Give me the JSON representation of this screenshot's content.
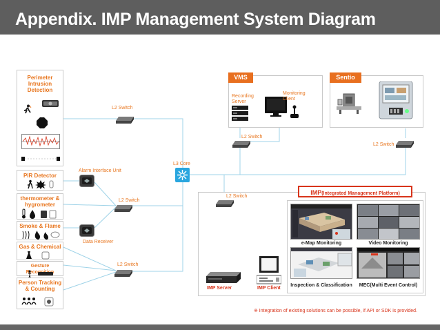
{
  "title": "Appendix. IMP Management System Diagram",
  "sensors": {
    "perimeter": "Perimeter Intrusion Detection",
    "pir": "PIR Detector",
    "thermo": "thermometer & hygrometer",
    "smoke": "Smoke & Flame",
    "gas": "Gas & Chemical",
    "gesture": "Gesture Recognition",
    "person": "Person Tracking & Counting"
  },
  "network": {
    "l2_top": "L2 Switch",
    "l2_mid": "L2 Switch",
    "l2_bottom": "L2 Switch",
    "l2_vms": "L2 Switch",
    "l2_sentio": "L2 Switch",
    "l2_imp": "L2 Switch",
    "l3_core": "L3 Core",
    "alarm_unit": "Alarm Interface Unit",
    "data_receiver": "Data Receiver"
  },
  "vms": {
    "label": "VMS",
    "recording_server": "Recording Server",
    "monitoring_client": "Monitoring Client"
  },
  "sentio": {
    "label": "Sentio"
  },
  "imp": {
    "title_main": "IMP",
    "title_sub": "(Integrated Management Platform)",
    "server": "IMP Server",
    "client": "IMP Client",
    "emap": "e-Map Monitoring",
    "video": "Video Monitoring",
    "inspection": "Inspection & Classification",
    "mec": "MEC(Multi Event Control)"
  },
  "note": "※ Integration of existing solutions can be possible, if API or SDK is provided.",
  "colors": {
    "accent": "#e8761f",
    "header_bar": "#5e5e5e",
    "highlight_red": "#d8341b",
    "link_line": "#9fd3e8",
    "core": "#29a6df"
  }
}
